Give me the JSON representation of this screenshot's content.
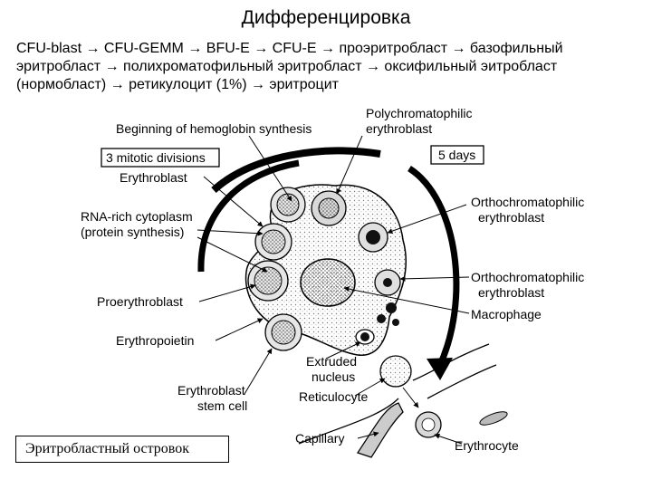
{
  "title": "Дифференцировка",
  "pathway": [
    "CFU-blast → CFU-GEMM → BFU-E → CFU-E → проэритробласт → базофильный",
    "эритробласт → полихроматофильный эритробласт → оксифильный эитробласт",
    "(нормобласт) → ретикулоцит (1%) → эритроцит"
  ],
  "labels": {
    "hemoglobin": "Beginning of hemoglobin synthesis",
    "mitotic": "3 mitotic divisions",
    "erythroblast": "Erythroblast",
    "rna_1": "RNA-rich cytoplasm",
    "rna_2": "(protein synthesis)",
    "proerythroblast": "Proerythroblast",
    "erythropoietin": "Erythropoietin",
    "stem_1": "Erythroblast",
    "stem_2": "stem cell",
    "polychrom_1": "Polychromatophilic",
    "polychrom_2": "erythroblast",
    "days": "5 days",
    "ortho1_1": "Orthochromatophilic",
    "ortho1_2": "erythroblast",
    "ortho2_1": "Orthochromatophilic",
    "ortho2_2": "erythroblast",
    "macrophage": "Macrophage",
    "extruded_1": "Extruded",
    "extruded_2": "nucleus",
    "reticulocyte": "Reticulocyte",
    "capillary": "Capillary",
    "erythrocyte": "Erythrocyte"
  },
  "caption": "Эритробластный островок"
}
